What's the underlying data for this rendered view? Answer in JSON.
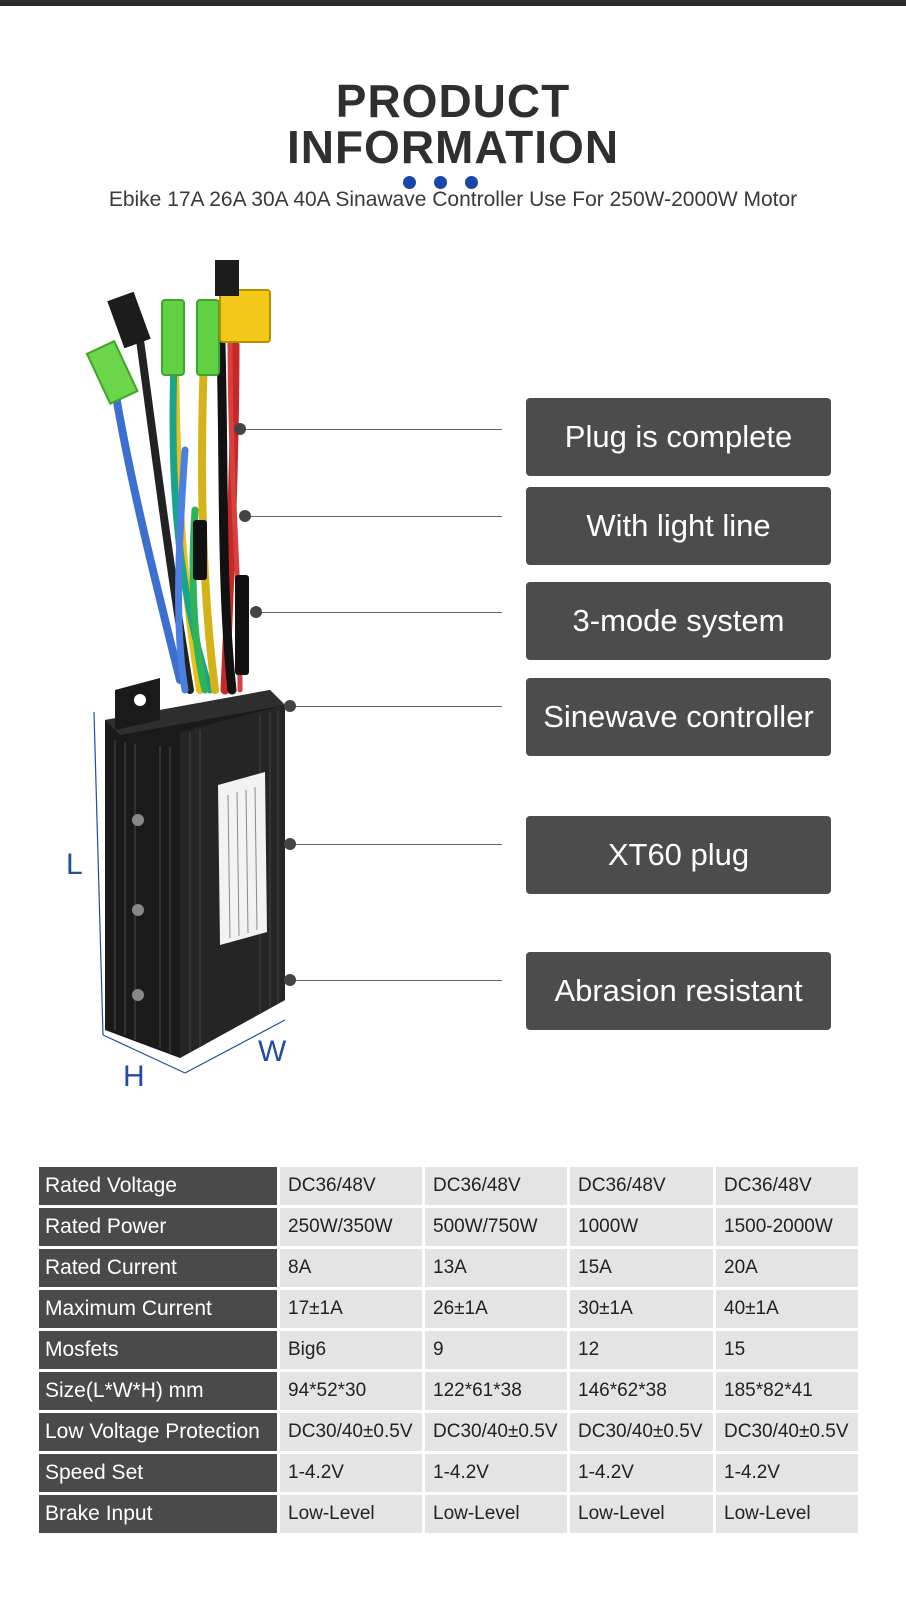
{
  "header": {
    "title_line1": "PRODUCT",
    "title_line2": "INFORMATION",
    "subtitle": "Ebike 17A 26A 30A 40A Sinawave Controller Use For 250W-2000W Motor"
  },
  "colors": {
    "accent_dots": "#1a46a8",
    "feature_box": "#4c4c4c",
    "dimension_labels": "#1f4ea0"
  },
  "dimensions": {
    "length": "L",
    "width": "W",
    "height": "H"
  },
  "features": [
    "Plug is complete",
    "With light line",
    "3-mode system",
    "Sinewave controller",
    "XT60 plug",
    "Abrasion resistant"
  ],
  "specs": [
    {
      "label": "Rated Voltage",
      "values": [
        "DC36/48V",
        "DC36/48V",
        "DC36/48V",
        "DC36/48V"
      ]
    },
    {
      "label": "Rated Power",
      "values": [
        "250W/350W",
        "500W/750W",
        "1000W",
        "1500-2000W"
      ]
    },
    {
      "label": "Rated Current",
      "values": [
        "8A",
        "13A",
        "15A",
        "20A"
      ]
    },
    {
      "label": "Maximum Current",
      "values": [
        "17±1A",
        "26±1A",
        "30±1A",
        "40±1A"
      ]
    },
    {
      "label": "Mosfets",
      "values": [
        "Big6",
        "9",
        "12",
        "15"
      ]
    },
    {
      "label": "Size(L*W*H) mm",
      "values": [
        "94*52*30",
        "122*61*38",
        "146*62*38",
        "185*82*41"
      ]
    },
    {
      "label": "Low Voltage Protection",
      "values": [
        "DC30/40±0.5V",
        "DC30/40±0.5V",
        "DC30/40±0.5V",
        "DC30/40±0.5V"
      ]
    },
    {
      "label": "Speed Set",
      "values": [
        "1-4.2V",
        "1-4.2V",
        "1-4.2V",
        "1-4.2V"
      ]
    },
    {
      "label": "Brake Input",
      "values": [
        "Low-Level",
        "Low-Level",
        "Low-Level",
        "Low-Level"
      ]
    }
  ]
}
